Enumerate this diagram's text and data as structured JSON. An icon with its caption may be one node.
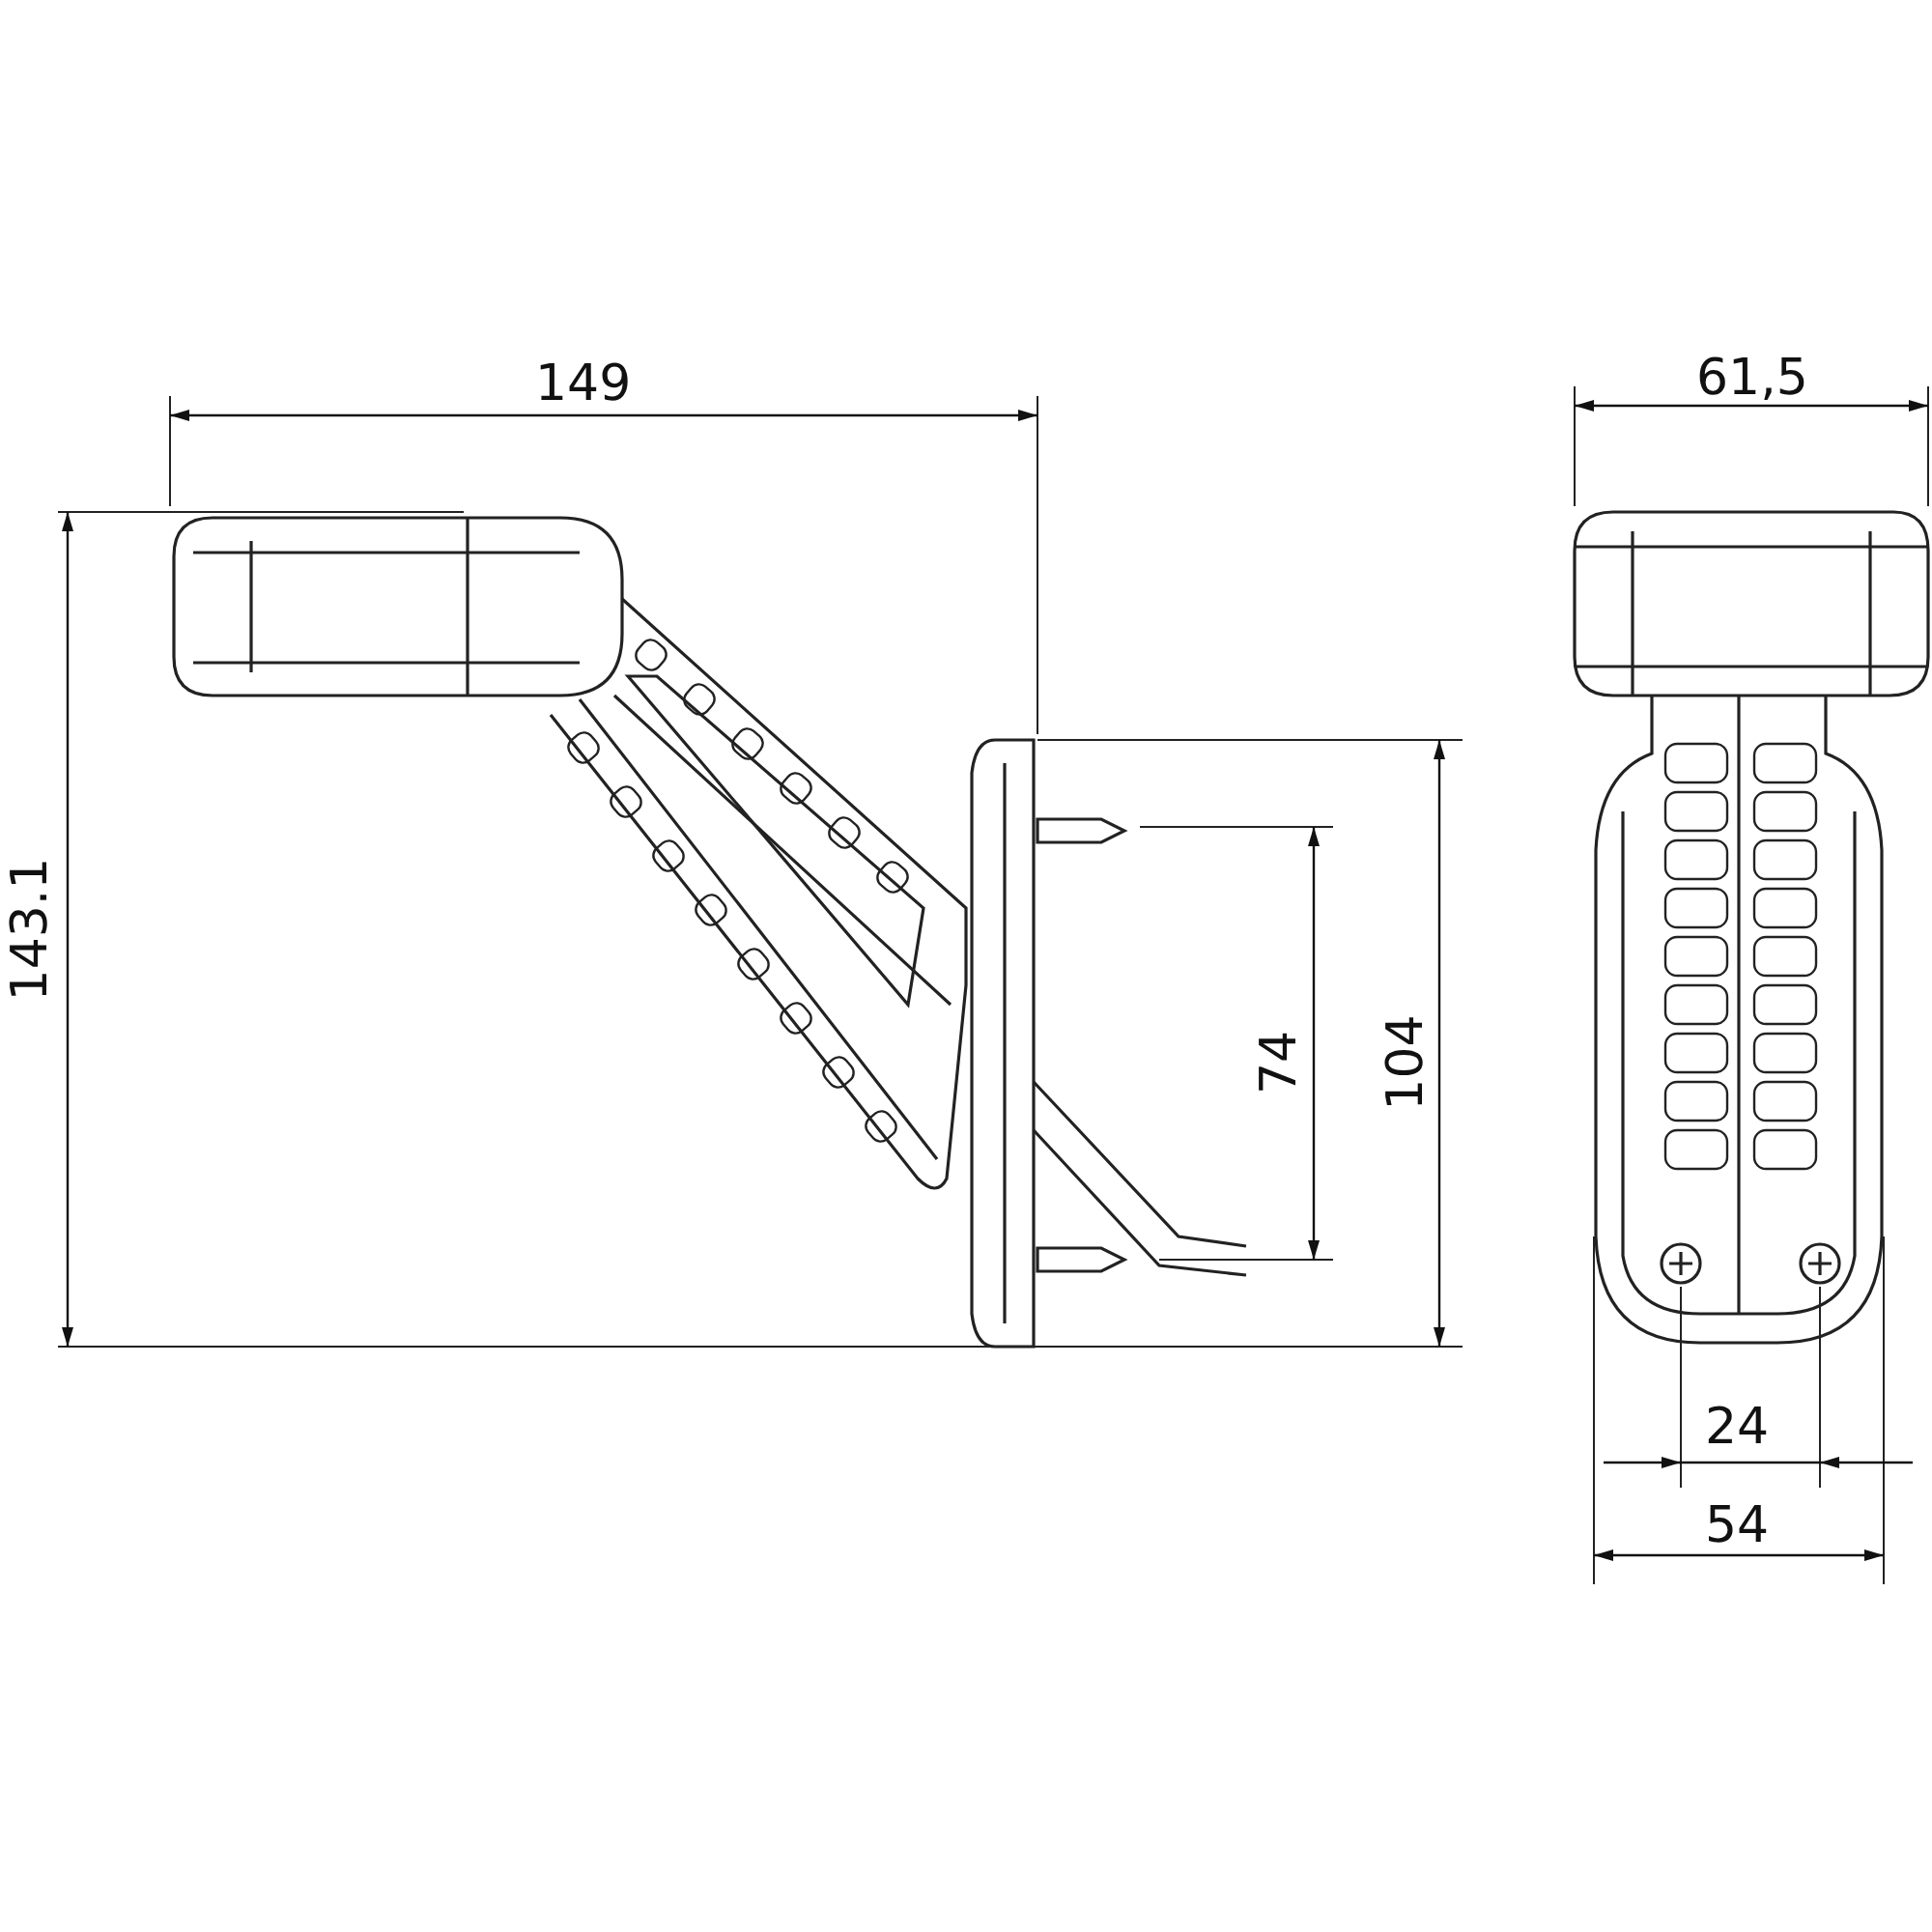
{
  "diagram": {
    "labels": [
      "149",
      "61,5",
      "143.1",
      "74",
      "104",
      "24",
      "54"
    ]
  }
}
